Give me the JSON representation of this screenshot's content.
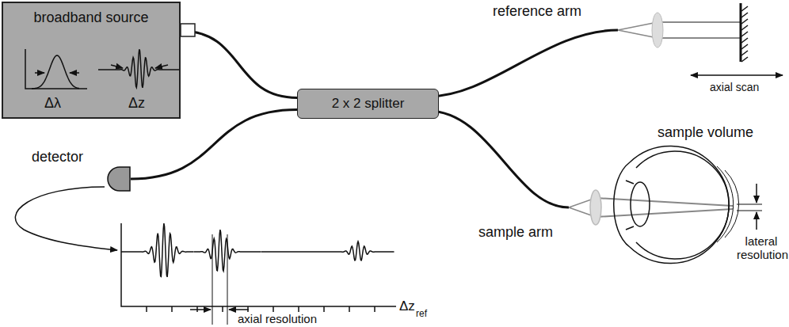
{
  "diagram": {
    "nodes": [
      {
        "text": [
          "broadband source",
          "Δλ",
          "Δz"
        ]
      },
      {
        "text": [
          "2 x 2 splitter"
        ]
      },
      {
        "text": [
          "detector"
        ]
      }
    ],
    "edges": [
      {
        "from": 0,
        "to": 1,
        "arrow": "none"
      },
      {
        "from": 2,
        "to": 1,
        "arrow": "none"
      }
    ],
    "labels": [
      "reference arm",
      "axial scan",
      "sample volume",
      "sample arm",
      "lateral resolution",
      "axial resolution",
      "Δz",
      "ref"
    ]
  }
}
